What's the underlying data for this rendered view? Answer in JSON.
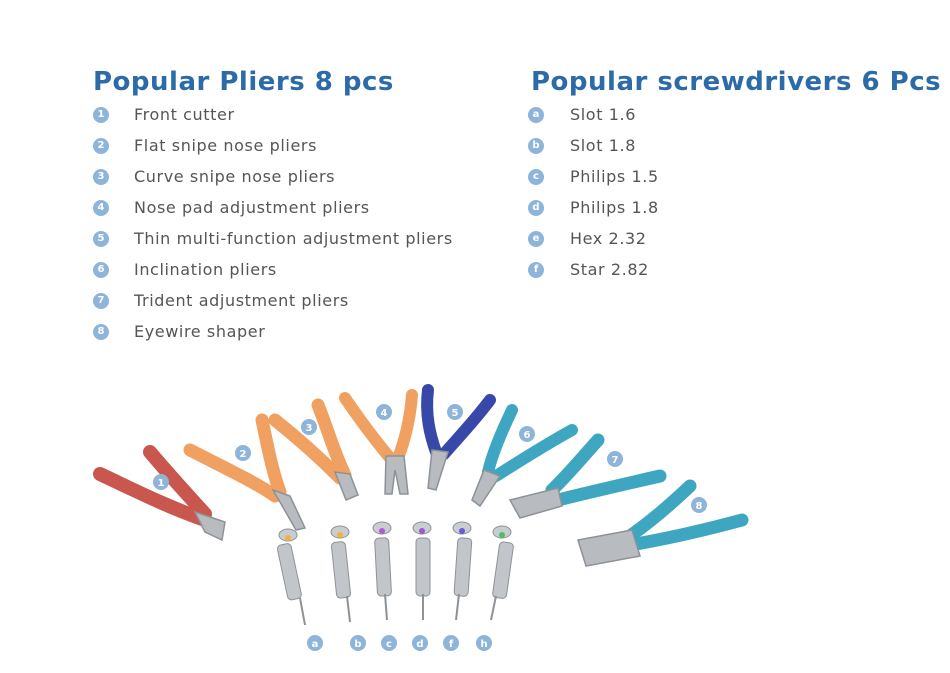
{
  "pliers": {
    "heading": "Popular Pliers 8 pcs",
    "items": [
      {
        "badge": "1",
        "label": "Front cutter"
      },
      {
        "badge": "2",
        "label": "Flat snipe nose pliers"
      },
      {
        "badge": "3",
        "label": "Curve snipe nose pliers"
      },
      {
        "badge": "4",
        "label": "Nose pad adjustment pliers"
      },
      {
        "badge": "5",
        "label": "Thin multi-function adjustment pliers"
      },
      {
        "badge": "6",
        "label": "Inclination pliers"
      },
      {
        "badge": "7",
        "label": "Trident adjustment pliers"
      },
      {
        "badge": "8",
        "label": "Eyewire shaper"
      }
    ]
  },
  "screwdrivers": {
    "heading": "Popular screwdrivers 6 Pcs",
    "items": [
      {
        "badge": "a",
        "label": "Slot 1.6"
      },
      {
        "badge": "b",
        "label": "Slot 1.8"
      },
      {
        "badge": "c",
        "label": "Philips 1.5"
      },
      {
        "badge": "d",
        "label": "Philips 1.8"
      },
      {
        "badge": "e",
        "label": "Hex 2.32"
      },
      {
        "badge": "f",
        "label": "Star 2.82"
      }
    ]
  },
  "illustration": {
    "plier_markers": [
      "1",
      "2",
      "3",
      "4",
      "5",
      "6",
      "7",
      "8"
    ],
    "screwdriver_markers": [
      "a",
      "b",
      "c",
      "d",
      "f",
      "h"
    ]
  },
  "colors": {
    "heading": "#2c6aa8",
    "badge": "#8fb4d9",
    "text": "#555555",
    "handle_red": "#c9574e",
    "handle_orange": "#f0a060",
    "handle_blue": "#3848a8",
    "handle_teal": "#3fa6c2",
    "steel": "#b8bcc0"
  }
}
